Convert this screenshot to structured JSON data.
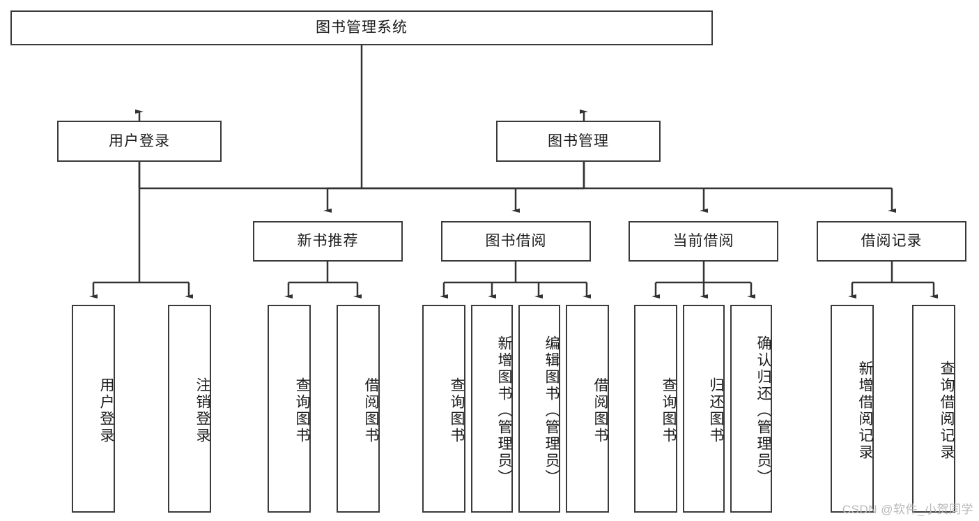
{
  "diagram": {
    "title": "图书管理系统",
    "type": "hierarchy-tree",
    "levels": [
      {
        "level": 1,
        "nodes": [
          {
            "id": "root",
            "label": "图书管理系统",
            "orientation": "horizontal"
          }
        ]
      },
      {
        "level": 2,
        "nodes": [
          {
            "id": "login",
            "label": "用户登录",
            "orientation": "horizontal",
            "parent": "root"
          },
          {
            "id": "bookmgmt",
            "label": "图书管理",
            "orientation": "horizontal",
            "parent": "root"
          }
        ]
      },
      {
        "level": 3,
        "nodes": [
          {
            "id": "newbook",
            "label": "新书推荐",
            "orientation": "horizontal",
            "parent": "bookmgmt"
          },
          {
            "id": "borrow",
            "label": "图书借阅",
            "orientation": "horizontal",
            "parent": "bookmgmt"
          },
          {
            "id": "current",
            "label": "当前借阅",
            "orientation": "horizontal",
            "parent": "bookmgmt"
          },
          {
            "id": "records",
            "label": "借阅记录",
            "orientation": "horizontal",
            "parent": "bookmgmt"
          }
        ]
      },
      {
        "level": 4,
        "nodes": [
          {
            "id": "leaf1",
            "label": "用户登录",
            "orientation": "vertical",
            "parent": "login"
          },
          {
            "id": "leaf2",
            "label": "注销登录",
            "orientation": "vertical",
            "parent": "login"
          },
          {
            "id": "leaf3",
            "label": "查询图书",
            "orientation": "vertical",
            "parent": "newbook"
          },
          {
            "id": "leaf4",
            "label": "借阅图书",
            "orientation": "vertical",
            "parent": "newbook"
          },
          {
            "id": "leaf5",
            "label": "查询图书",
            "orientation": "vertical",
            "parent": "borrow"
          },
          {
            "id": "leaf6",
            "label": "新增图书（管理员）",
            "orientation": "vertical",
            "parent": "borrow"
          },
          {
            "id": "leaf7",
            "label": "编辑图书（管理员）",
            "orientation": "vertical",
            "parent": "borrow"
          },
          {
            "id": "leaf8",
            "label": "借阅图书",
            "orientation": "vertical",
            "parent": "borrow"
          },
          {
            "id": "leaf9",
            "label": "查询图书",
            "orientation": "vertical",
            "parent": "current"
          },
          {
            "id": "leaf10",
            "label": "归还图书",
            "orientation": "vertical",
            "parent": "current"
          },
          {
            "id": "leaf11",
            "label": "确认归还（管理员）",
            "orientation": "vertical",
            "parent": "current"
          },
          {
            "id": "leaf12",
            "label": "新增借阅记录",
            "orientation": "vertical",
            "parent": "records"
          },
          {
            "id": "leaf13",
            "label": "查询借阅记录",
            "orientation": "vertical",
            "parent": "records"
          }
        ]
      }
    ],
    "colors": {
      "border": "#3a3a3a",
      "connector": "#333333",
      "node_fill": "#ffffff",
      "background": "#ffffff",
      "text": "#1b1b1b",
      "watermark": "#b9b9b9"
    }
  },
  "watermark": {
    "text": "CSDN @软件_小贺同学"
  }
}
